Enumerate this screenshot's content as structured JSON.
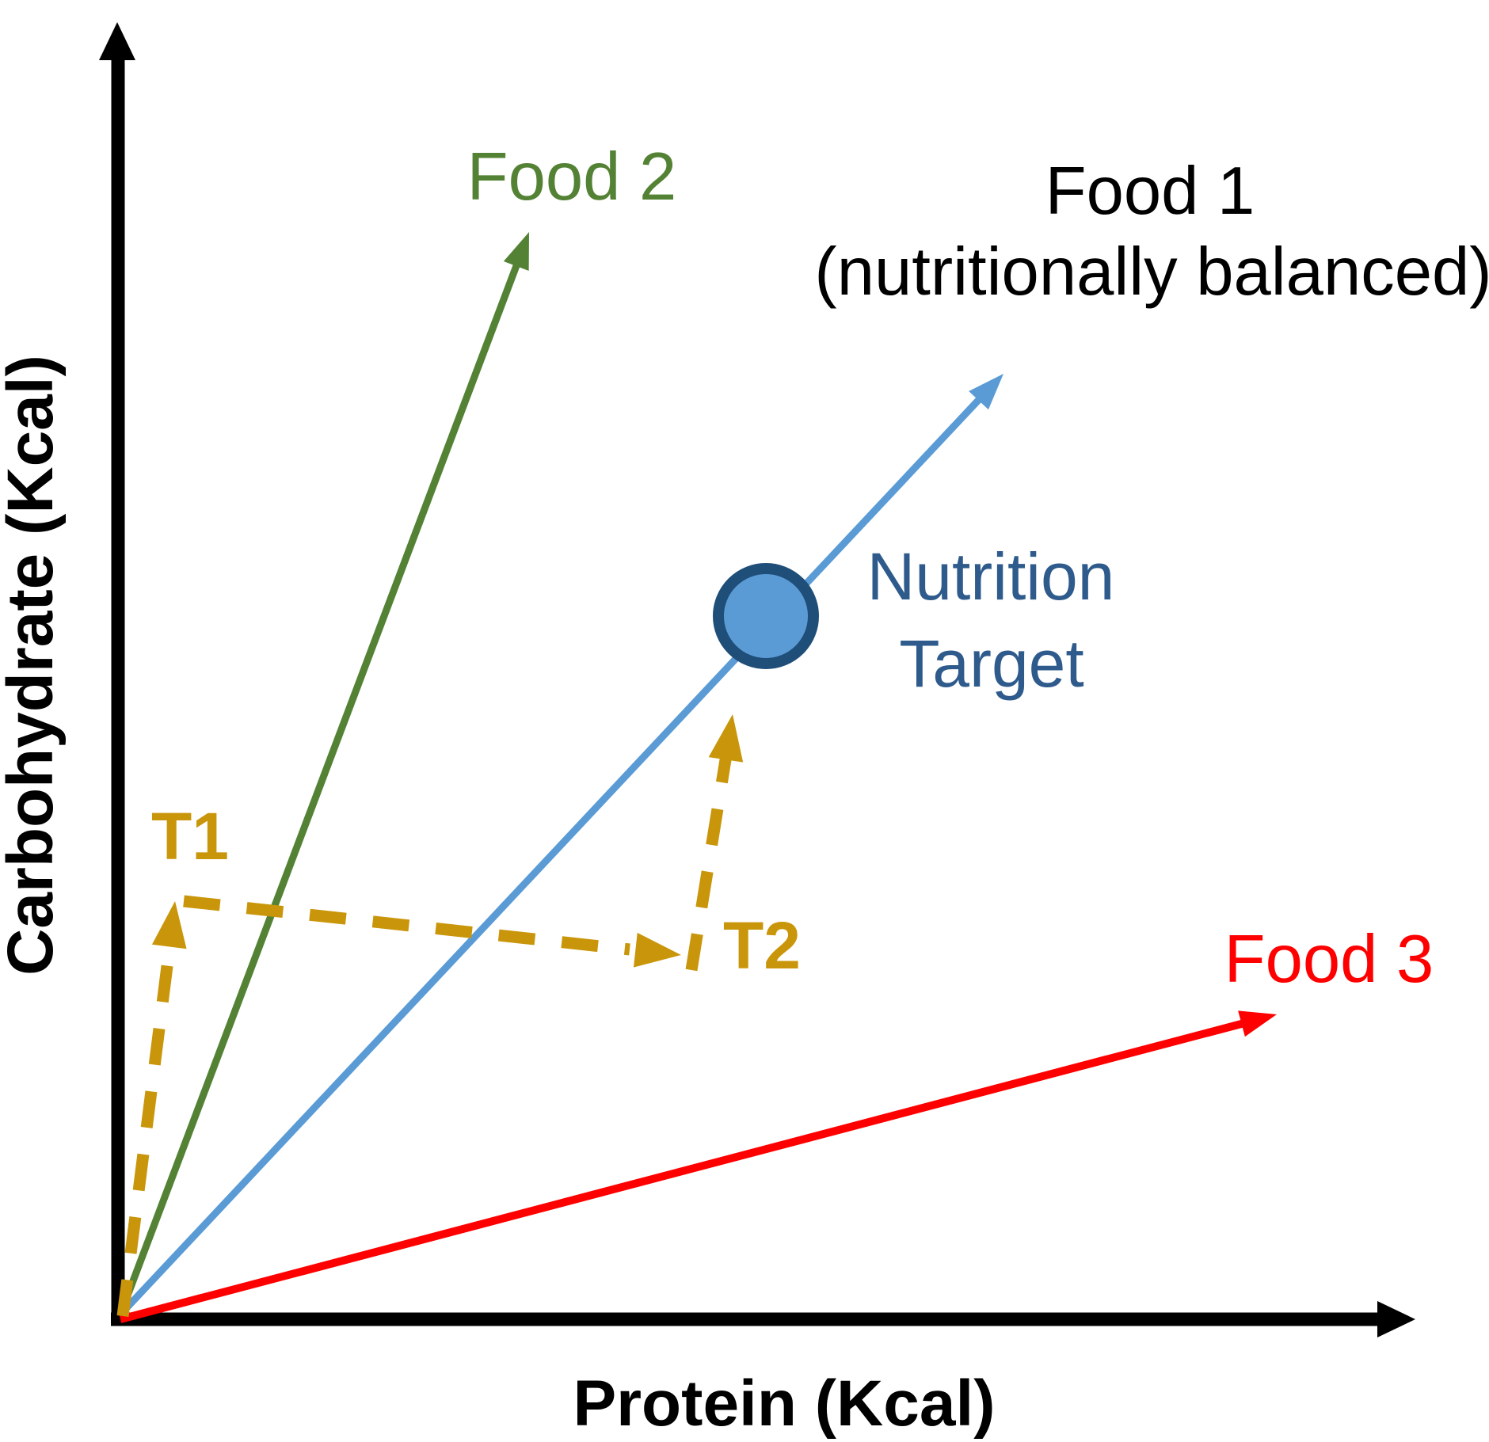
{
  "figure": {
    "type": "conceptual-vector-diagram",
    "background": "#ffffff",
    "axes": {
      "x_label": "Protein (Kcal)",
      "y_label": "Carbohydrate (Kcal)",
      "color": "#000000"
    },
    "food1": {
      "label_line1": "Food 1",
      "label_line2": "(nutritionally balanced)",
      "line_color": "#5B9BD5",
      "label_color": "#000000"
    },
    "food2": {
      "label": "Food 2",
      "line_color": "#548235",
      "label_color": "#548235"
    },
    "food3": {
      "label": "Food 3",
      "line_color": "#FF0000",
      "label_color": "#FF0000"
    },
    "target": {
      "label_line1": "Nutrition",
      "label_line2": "Target",
      "circle_fill": "#5B9BD5",
      "circle_stroke": "#1F4E79",
      "label_color": "#2E5B8C"
    },
    "trajectory": {
      "t1_label": "T1",
      "t2_label": "T2",
      "color": "#C9960B"
    }
  }
}
